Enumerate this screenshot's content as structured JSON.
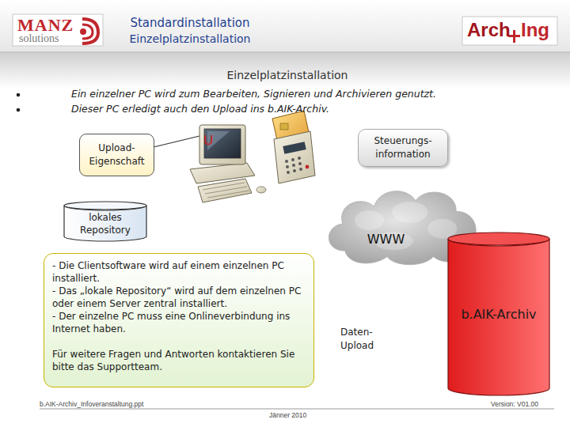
{
  "diagram": {
    "title": "Standardinstallation",
    "nodes": [
      {
        "text": [
          "Upload-Eigenschaft"
        ]
      },
      {
        "text": [
          "Steuerungs-information"
        ]
      },
      {
        "text": [
          "lokales Repository"
        ]
      },
      {
        "text": [
          "WWW"
        ]
      },
      {
        "text": [
          "- Die Clientsoftware wird auf einem einzelnen PC installiert.",
          "- Das „lokale Repository“ wird auf dem einzelnen PC oder einem Server zentral installiert.",
          "- Der einzelne PC muss eine Onlineverbindung ins Internet haben.",
          "Für weitere Fragen und Antworten kontaktieren Sie bitte das Supportteam."
        ]
      },
      {
        "text": [
          "b.AIK-Archiv"
        ]
      }
    ],
    "labels": [
      "MANZ",
      "solutions",
      "Einzelplatzinstallation",
      "Arch",
      "Ing",
      "Einzelplatzinstallation",
      "Ein einzelner PC wird zum Bearbeiten, Signieren und Archivieren genutzt.",
      "Dieser PC erledigt auch den Upload ins b.AIK-Archiv.",
      "U",
      "Daten-Upload",
      "b.AIK-Archiv_Infoveranstaltung.ppt",
      "Jänner 2010",
      "Version: V01.00"
    ]
  }
}
